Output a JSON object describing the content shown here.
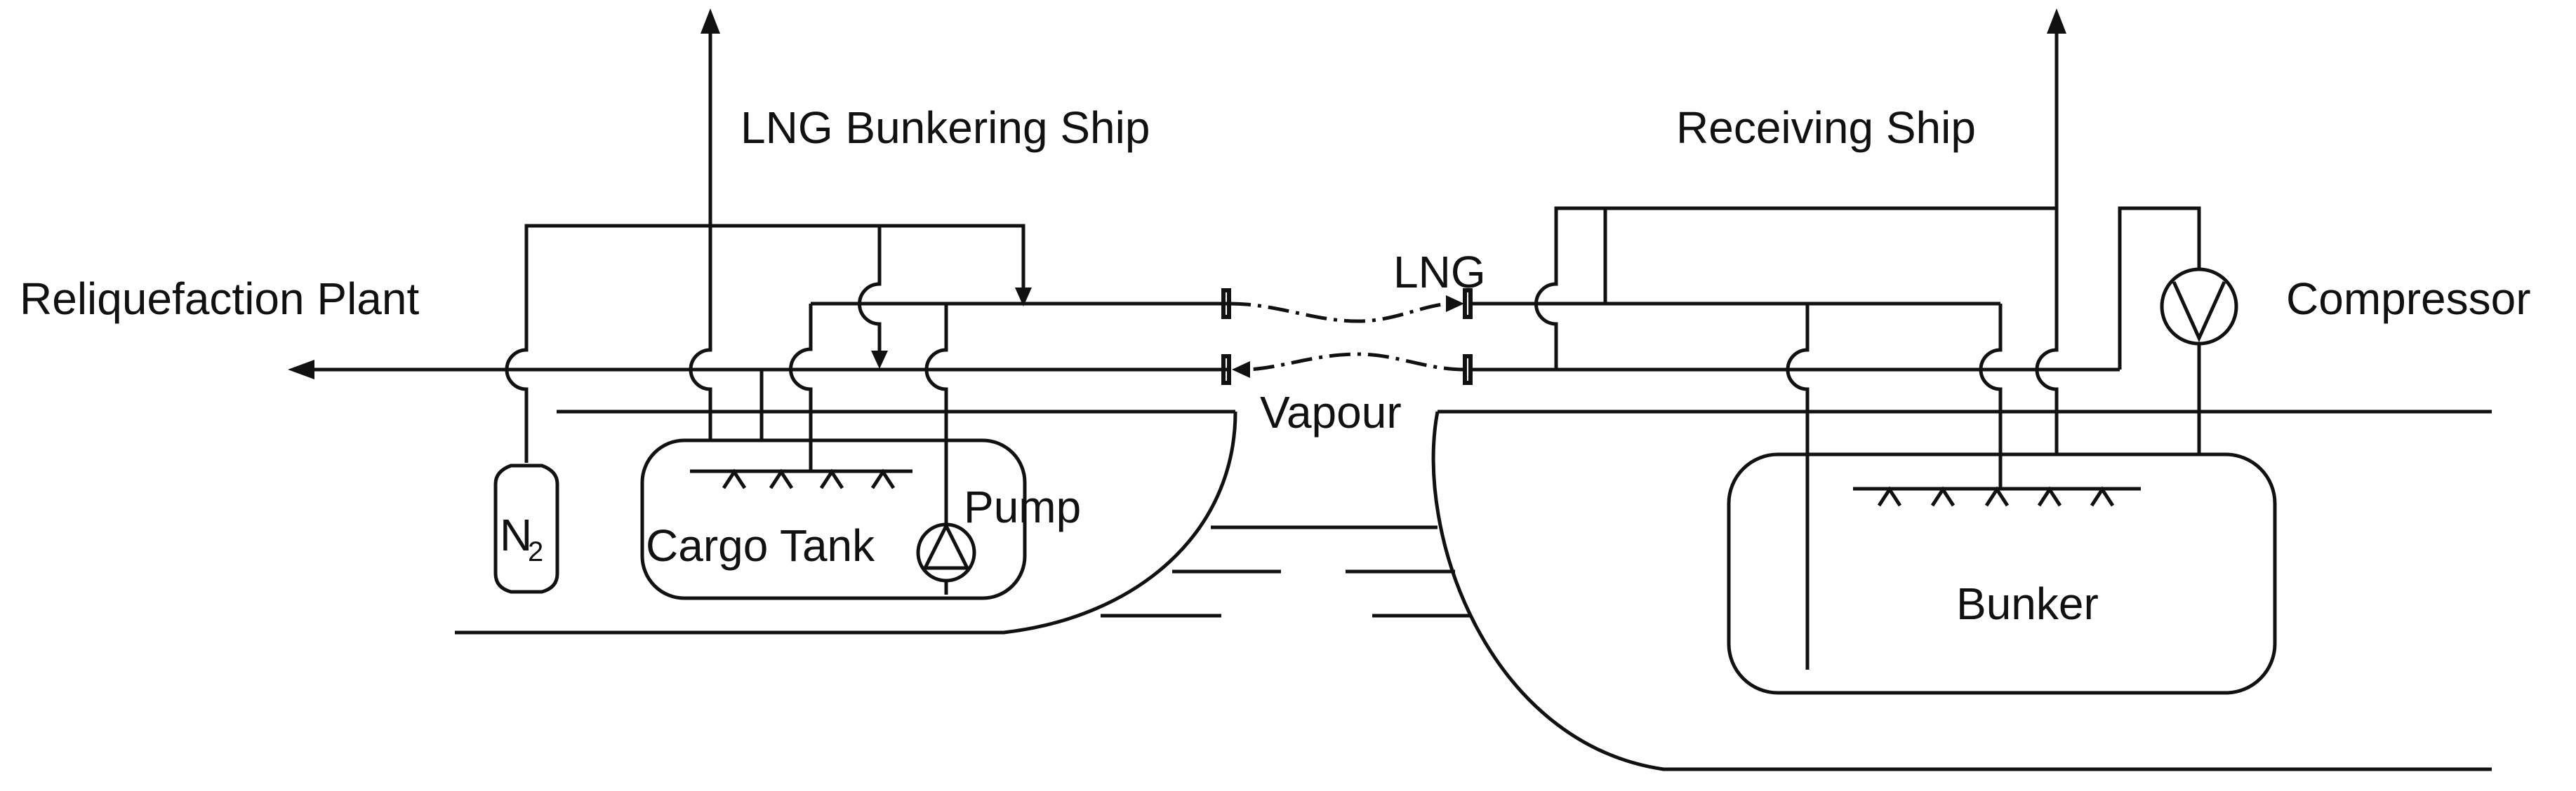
{
  "labels": {
    "bunkering_ship": "LNG Bunkering Ship",
    "receiving_ship": "Receiving Ship",
    "reliquefaction_plant": "Reliquefaction Plant",
    "compressor": "Compressor",
    "lng": "LNG",
    "vapour": "Vapour",
    "pump": "Pump",
    "cargo_tank": "Cargo Tank",
    "bunker": "Bunker",
    "nitrogen_main": "N",
    "nitrogen_sub": "2"
  },
  "colors": {
    "line": "#111111",
    "background": "#ffffff"
  }
}
